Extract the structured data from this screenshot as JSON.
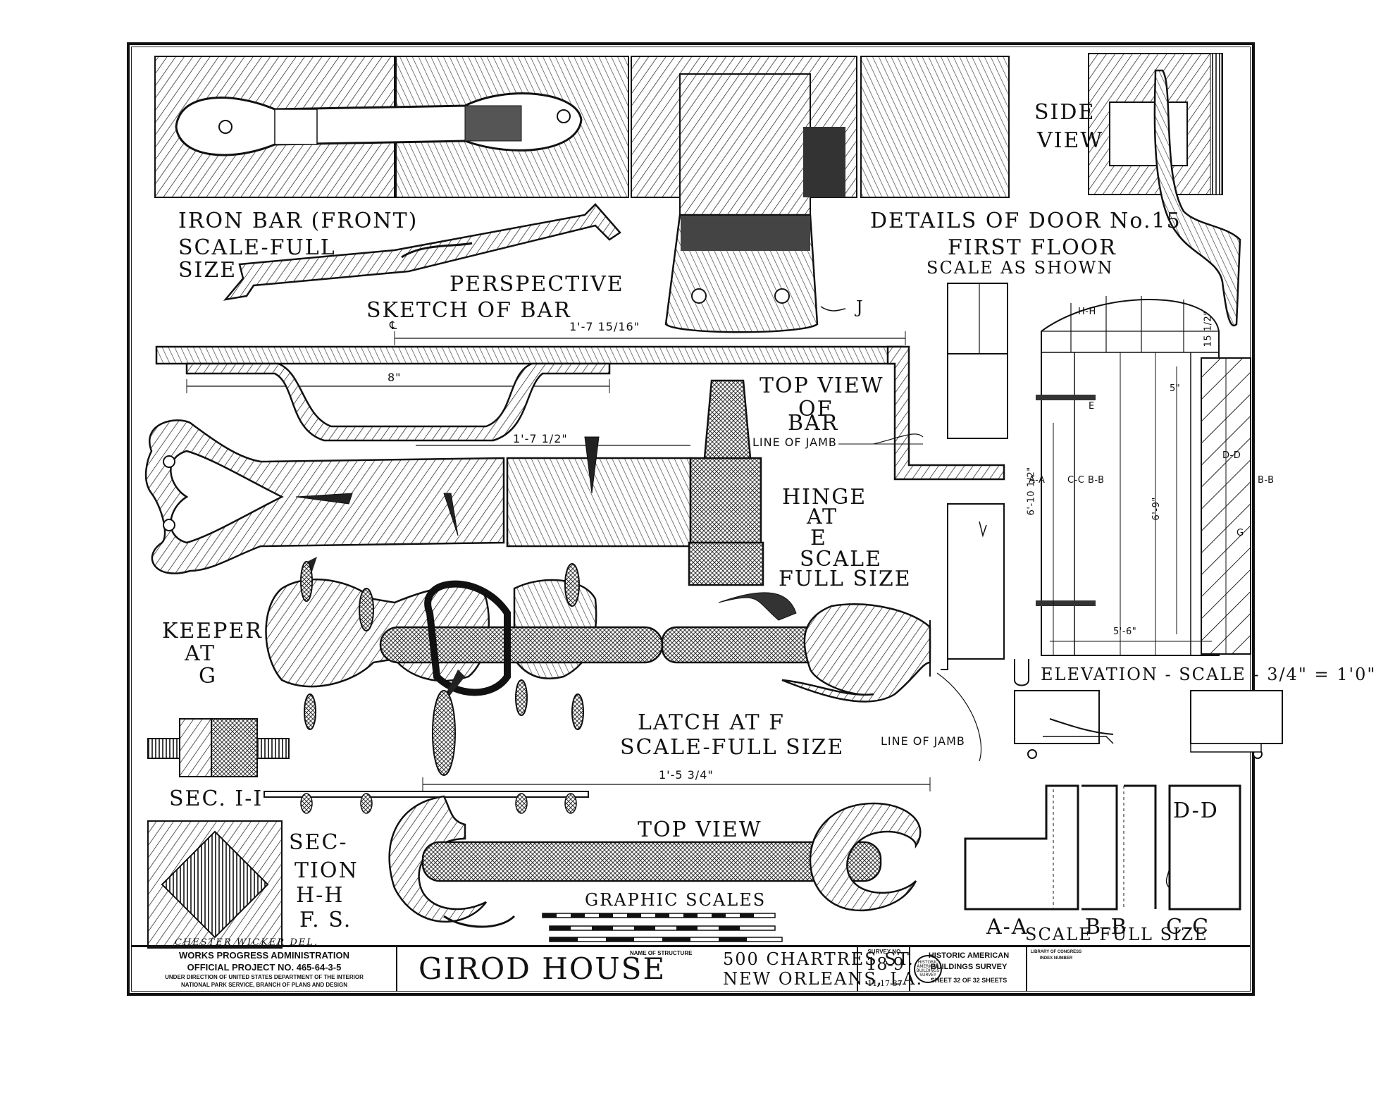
{
  "labels": {
    "iron_bar_title": "IRON BAR (FRONT)",
    "iron_bar_scale1": "SCALE-FULL",
    "iron_bar_scale2": "SIZE",
    "perspective1": "PERSPECTIVE",
    "perspective2": "SKETCH OF BAR",
    "side_view1": "SIDE",
    "side_view2": "VIEW",
    "details1": "DETAILS OF DOOR No.15",
    "details2": "FIRST FLOOR",
    "details3": "SCALE AS SHOWN",
    "j_mark": "J",
    "dim_bar_long": "1'-7 15/16\"",
    "dim_8": "8\"",
    "dim_bar_mid": "1'-7 1/2\"",
    "cl_mark": "℄",
    "top_view_bar1": "TOP VIEW",
    "top_view_bar2": "OF",
    "top_view_bar3": "BAR",
    "line_of_jamb1": "LINE OF JAMB",
    "hinge1": "HINGE",
    "hinge2": "AT",
    "hinge3": "E",
    "hinge4": "SCALE",
    "hinge5": "FULL SIZE",
    "keeper1": "KEEPER",
    "keeper2": "AT",
    "keeper3": "G",
    "latch1": "LATCH AT F",
    "latch2": "SCALE-FULL SIZE",
    "line_of_jamb2": "LINE OF JAMB",
    "sec_ii": "SEC. I-I",
    "dim_latch": "1'-5 3/4\"",
    "section_hh1": "SEC-",
    "section_hh2": "TION",
    "section_hh3": "H-H",
    "section_hh4": "F. S.",
    "top_view_latch": "TOP VIEW",
    "graphic_scales": "GRAPHIC SCALES",
    "elevation": "ELEVATION - SCALE - 3/4\" = 1'0\"",
    "aa": "A-A",
    "bb": "B-B",
    "cc": "C-C",
    "dd": "D-D",
    "scale_full_size": "SCALE FULL SIZE",
    "elev_aa": "A-A",
    "elev_cb": "C-C B-B",
    "elev_dd": "D-D",
    "elev_bb": "B-B",
    "elev_hh": "H-H",
    "elev_e": "E",
    "elev_g": "G",
    "elev_dim1": "6'-10 1/2\"",
    "elev_dim2": "6'-9\"",
    "elev_dim3": "5'-6\"",
    "elev_dim4": "5\"",
    "elev_dim5": "15 1/2\"",
    "signature": "CHESTER WICKER  DEL."
  },
  "title_block": {
    "wpa": "WORKS PROGRESS ADMINISTRATION",
    "project": "OFFICIAL PROJECT NO. 465-64-3-5",
    "under1": "UNDER DIRECTION OF UNITED STATES DEPARTMENT OF THE INTERIOR",
    "under2": "NATIONAL PARK SERVICE, BRANCH OF PLANS AND DESIGN",
    "structure": "GIROD HOUSE",
    "name_of_structure": "NAME OF STRUCTURE",
    "address1": "500  CHARTRES  ST.",
    "address2": "NEW  ORLEANS,  LA.",
    "survey_no": "SURVEY NO.",
    "survey_value": "18-9",
    "date": "11-17-37",
    "habs1": "HISTORIC AMERICAN",
    "habs2": "BUILDINGS SURVEY",
    "sheet": "SHEET 32  OF  32  SHEETS",
    "loc1": "LIBRARY OF CONGRESS",
    "loc2": "INDEX NUMBER",
    "seal_text": "HISTORIC AMERICAN BUILDINGS SURVEY"
  }
}
